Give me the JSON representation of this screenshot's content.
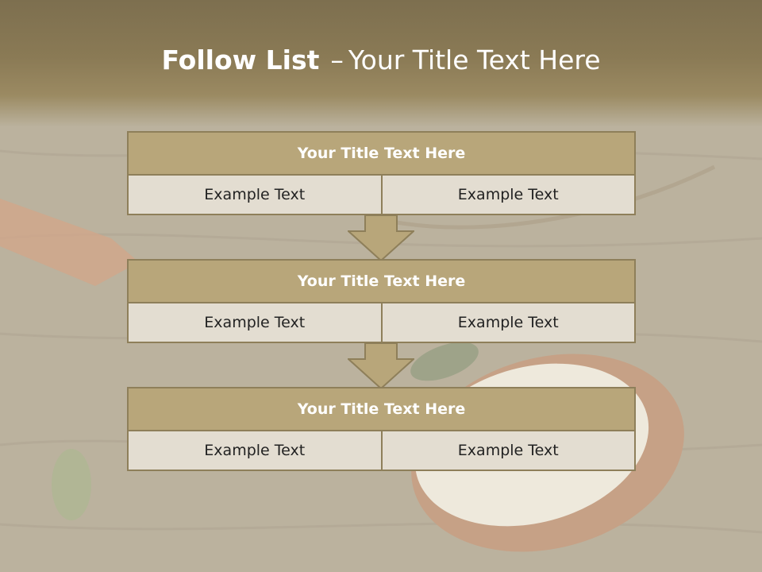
{
  "slide": {
    "title_bold": "Follow List",
    "title_separator": "–",
    "title_rest": "Your Title Text Here"
  },
  "blocks": [
    {
      "title": "Your Title Text Here",
      "left": "Example Text",
      "right": "Example Text"
    },
    {
      "title": "Your Title Text Here",
      "left": "Example Text",
      "right": "Example Text"
    },
    {
      "title": "Your Title Text Here",
      "left": "Example Text",
      "right": "Example Text"
    }
  ],
  "colors": {
    "header_fill": "#b8a67a",
    "border": "#8e7f5a",
    "cell_fill": "#e3ddd1",
    "arrow_fill": "#b8a67a"
  }
}
